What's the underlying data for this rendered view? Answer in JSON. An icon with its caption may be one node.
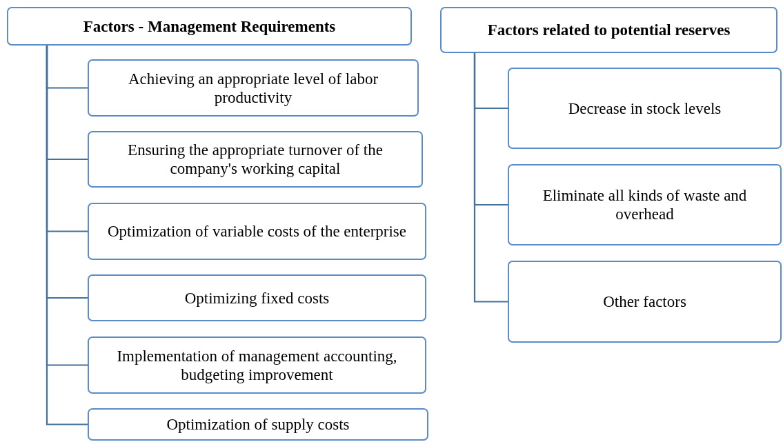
{
  "diagram": {
    "nodes": [
      {
        "text": [
          "Factors - Management Requirements"
        ]
      },
      {
        "text": [
          "Achieving an appropriate level of labor productivity"
        ]
      },
      {
        "text": [
          "Ensuring the appropriate turnover of the company's working capital"
        ]
      },
      {
        "text": [
          "Optimization of variable costs of the enterprise"
        ]
      },
      {
        "text": [
          "Optimizing fixed costs"
        ]
      },
      {
        "text": [
          "Implementation of management accounting, budgeting improvement"
        ]
      },
      {
        "text": [
          "Optimization of supply costs"
        ]
      },
      {
        "text": [
          "Factors related to potential reserves"
        ]
      },
      {
        "text": [
          "Decrease in stock levels"
        ]
      },
      {
        "text": [
          "Eliminate all kinds of waste and overhead"
        ]
      },
      {
        "text": [
          "Other factors"
        ]
      }
    ],
    "edges": [
      {
        "from": 0,
        "to": 1,
        "arrow": "none"
      },
      {
        "from": 0,
        "to": 2,
        "arrow": "none"
      },
      {
        "from": 0,
        "to": 3,
        "arrow": "none"
      },
      {
        "from": 0,
        "to": 4,
        "arrow": "none"
      },
      {
        "from": 0,
        "to": 5,
        "arrow": "none"
      },
      {
        "from": 0,
        "to": 6,
        "arrow": "none"
      },
      {
        "from": 7,
        "to": 8,
        "arrow": "none"
      },
      {
        "from": 7,
        "to": 9,
        "arrow": "none"
      },
      {
        "from": 7,
        "to": 10,
        "arrow": "none"
      }
    ]
  }
}
